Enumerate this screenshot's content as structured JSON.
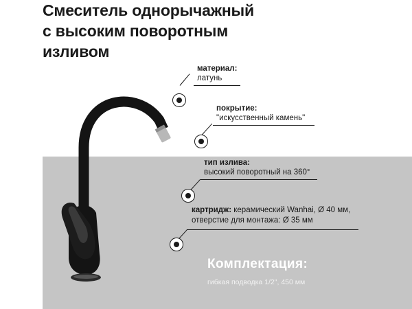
{
  "title": {
    "line1": "Смеситель однорычажный",
    "line2": "с высоким поворотным",
    "line3": "изливом"
  },
  "specs": {
    "material": {
      "key": "материал:",
      "value": "латунь"
    },
    "coating": {
      "key": "покрытие:",
      "value": "\"искусственный камень\""
    },
    "spout": {
      "key": "тип излива:",
      "value": "высокий поворотный на 360°"
    },
    "cartridge": {
      "key": "картридж:",
      "value": " керамический Wanhai, Ø 40 мм,",
      "line2": "отверстие для монтажа: Ø 35 мм"
    }
  },
  "kit": {
    "title": "Комплектация:",
    "item": "гибкая подводка 1/2\", 450 мм"
  },
  "colors": {
    "faucet": "#141414",
    "panel": "#c5c5c5",
    "aerator": "#b8b8b8"
  }
}
